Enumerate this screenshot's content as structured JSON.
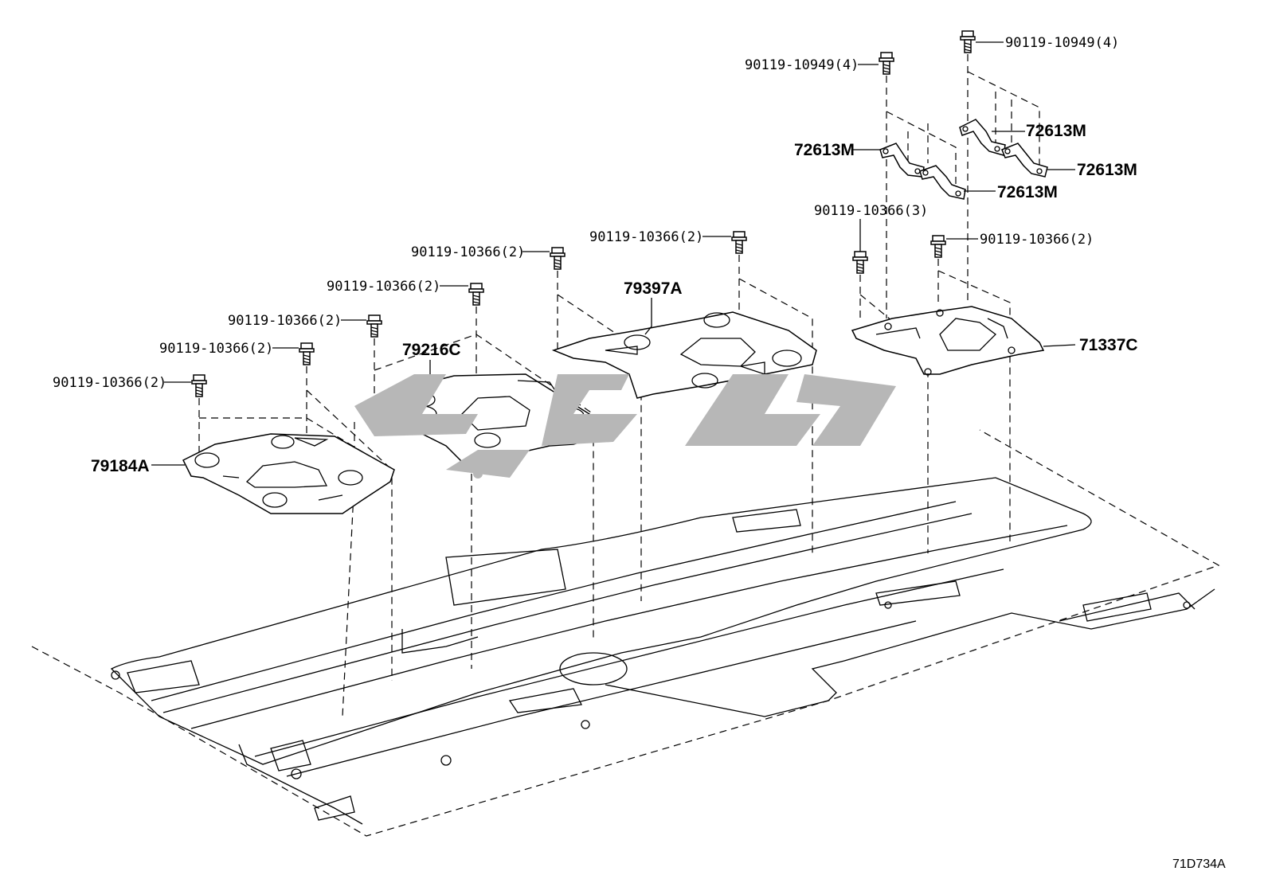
{
  "diagram": {
    "reference_code": "71D734A",
    "parts": [
      {
        "id": "p79184A",
        "label": "79184A"
      },
      {
        "id": "p79216C",
        "label": "79216C"
      },
      {
        "id": "p79397A",
        "label": "79397A"
      },
      {
        "id": "p71337C",
        "label": "71337C"
      },
      {
        "id": "b72613M_1",
        "label": "72613M"
      },
      {
        "id": "b72613M_2",
        "label": "72613M"
      },
      {
        "id": "b72613M_3",
        "label": "72613M"
      },
      {
        "id": "b72613M_4",
        "label": "72613M"
      }
    ],
    "bolts": [
      {
        "id": "bolt1",
        "label": "90119-10366(2)"
      },
      {
        "id": "bolt2",
        "label": "90119-10366(2)"
      },
      {
        "id": "bolt3",
        "label": "90119-10366(2)"
      },
      {
        "id": "bolt4",
        "label": "90119-10366(2)"
      },
      {
        "id": "bolt5",
        "label": "90119-10366(2)"
      },
      {
        "id": "bolt6",
        "label": "90119-10366(2)"
      },
      {
        "id": "bolt7",
        "label": "90119-10366(3)"
      },
      {
        "id": "bolt8",
        "label": "90119-10366(2)"
      },
      {
        "id": "bolt9",
        "label": "90119-10949(4)"
      },
      {
        "id": "bolt10",
        "label": "90119-10949(4)"
      }
    ],
    "colors": {
      "line": "#000000",
      "watermark": "#b7b7b7",
      "background": "#ffffff"
    }
  }
}
